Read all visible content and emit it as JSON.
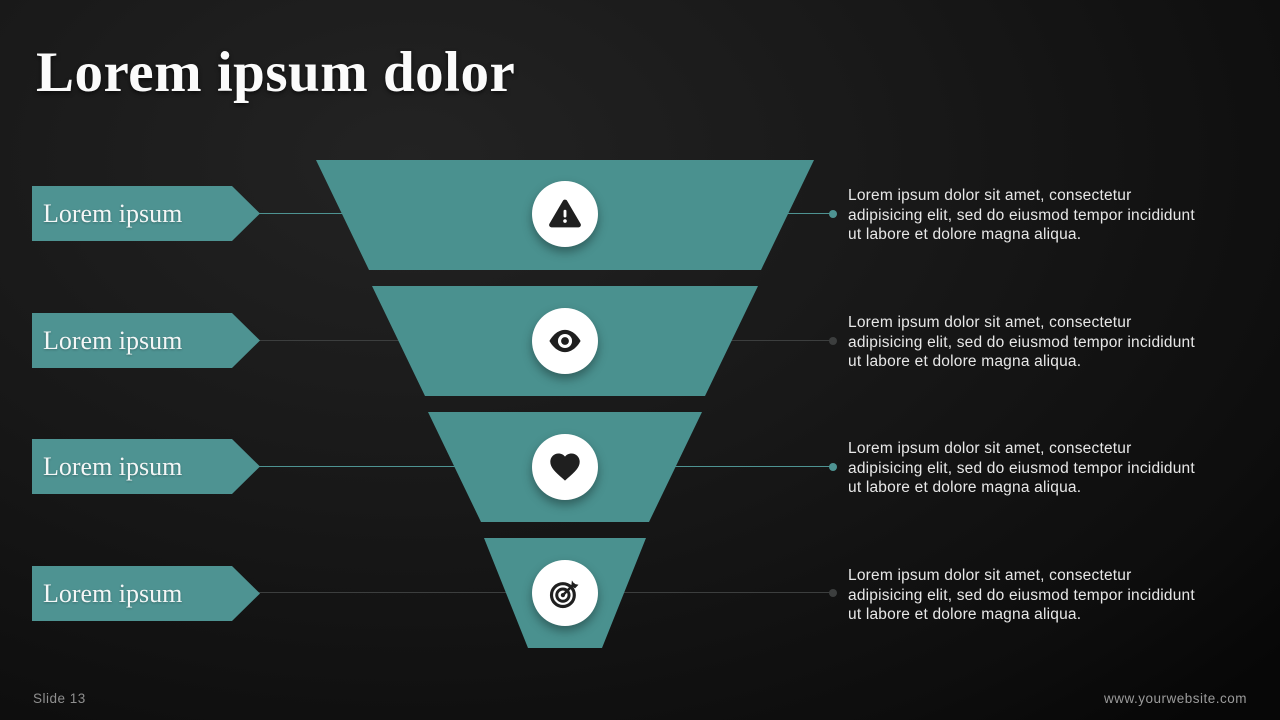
{
  "slide": {
    "title": "Lorem ipsum dolor",
    "accent_color": "#4a918f",
    "label_color": "#4e9392",
    "background_color": "#131313",
    "icon_glyph_color": "#1f1f1f"
  },
  "funnel": {
    "type": "inverted-funnel",
    "steps": [
      {
        "label": "Lorem ipsum",
        "icon": "warning-icon",
        "description": "Lorem ipsum dolor sit amet, consectetur\nadipisicing elit, sed do eiusmod tempor incididunt\nut labore et dolore magna aliqua.",
        "connector_color": "#4e9392"
      },
      {
        "label": "Lorem ipsum",
        "icon": "eye-icon",
        "description": "Lorem ipsum dolor sit amet, consectetur\nadipisicing elit, sed do eiusmod tempor incididunt\nut labore et dolore magna aliqua.",
        "connector_color": "#3c3e3e"
      },
      {
        "label": "Lorem ipsum",
        "icon": "heart-icon",
        "description": "Lorem ipsum dolor sit amet, consectetur\nadipisicing elit, sed do eiusmod tempor incididunt\nut labore et dolore magna aliqua.",
        "connector_color": "#4e9392"
      },
      {
        "label": "Lorem ipsum",
        "icon": "target-icon",
        "description": "Lorem ipsum dolor sit amet, consectetur\nadipisicing elit, sed do eiusmod tempor incididunt\nut labore et dolore magna aliqua.",
        "connector_color": "#3c3e3e"
      }
    ]
  },
  "footer": {
    "left": "Slide 13",
    "right": "www.yourwebsite.com"
  }
}
